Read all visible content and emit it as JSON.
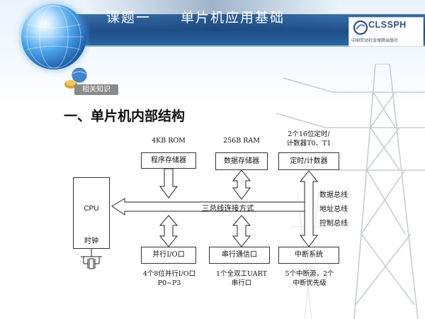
{
  "header": {
    "title": "课题一　　单片机应用基础",
    "logo_text": "CLSSPH",
    "logo_subtext": "中国劳动社会保障出版社"
  },
  "section": {
    "badge_label": "相关知识",
    "heading": "一、单片机内部结构"
  },
  "diagram": {
    "top_labels": {
      "rom": "4KB  ROM",
      "ram": "256B RAM",
      "timer_line1": "2个16位定时/",
      "timer_line2": "计数器T0、T1"
    },
    "boxes": {
      "program_memory": "程序存储器",
      "data_memory": "数据存储器",
      "timer_counter": "定时/计数器",
      "cpu": "CPU",
      "clock": "时钟",
      "parallel_io": "并行I/O口",
      "serial_comm": "串行通信口",
      "interrupt": "中断系统"
    },
    "bus_label": "三总线连接方式",
    "bus_types": {
      "data_bus": "数据总线",
      "address_bus": "地址总线",
      "control_bus": "控制总线"
    },
    "bottom_labels": {
      "parallel_line1": "4个8位并行I/O口",
      "parallel_line2": "P0~P3",
      "serial_line1": "1个全双工UART",
      "serial_line2": "串行口",
      "interrupt_line1": "5个中断源，2个",
      "interrupt_line2": "中断优先级"
    }
  },
  "colors": {
    "banner": "#1e4f8a",
    "badge": "#8a8a8a",
    "logo_text": "#2d4f85"
  }
}
